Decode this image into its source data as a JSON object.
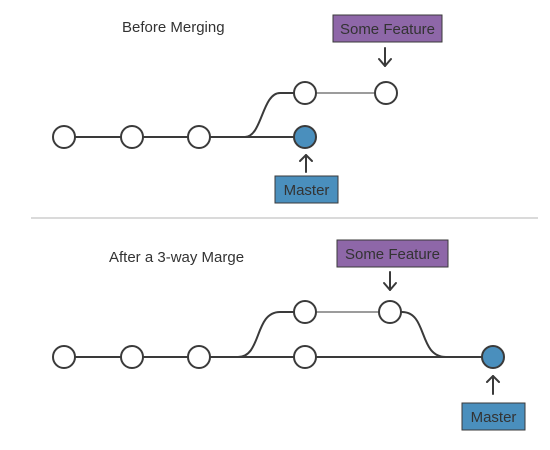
{
  "colors": {
    "master": "#4a8fbd",
    "feature": "#8e67a8",
    "line": "#3a3a3a",
    "divider": "#b5b5b5"
  },
  "before": {
    "caption": "Before Merging",
    "feature_label": "Some Feature",
    "master_label": "Master"
  },
  "after": {
    "caption": "After a 3-way Marge",
    "feature_label": "Some Feature",
    "master_label": "Master"
  }
}
